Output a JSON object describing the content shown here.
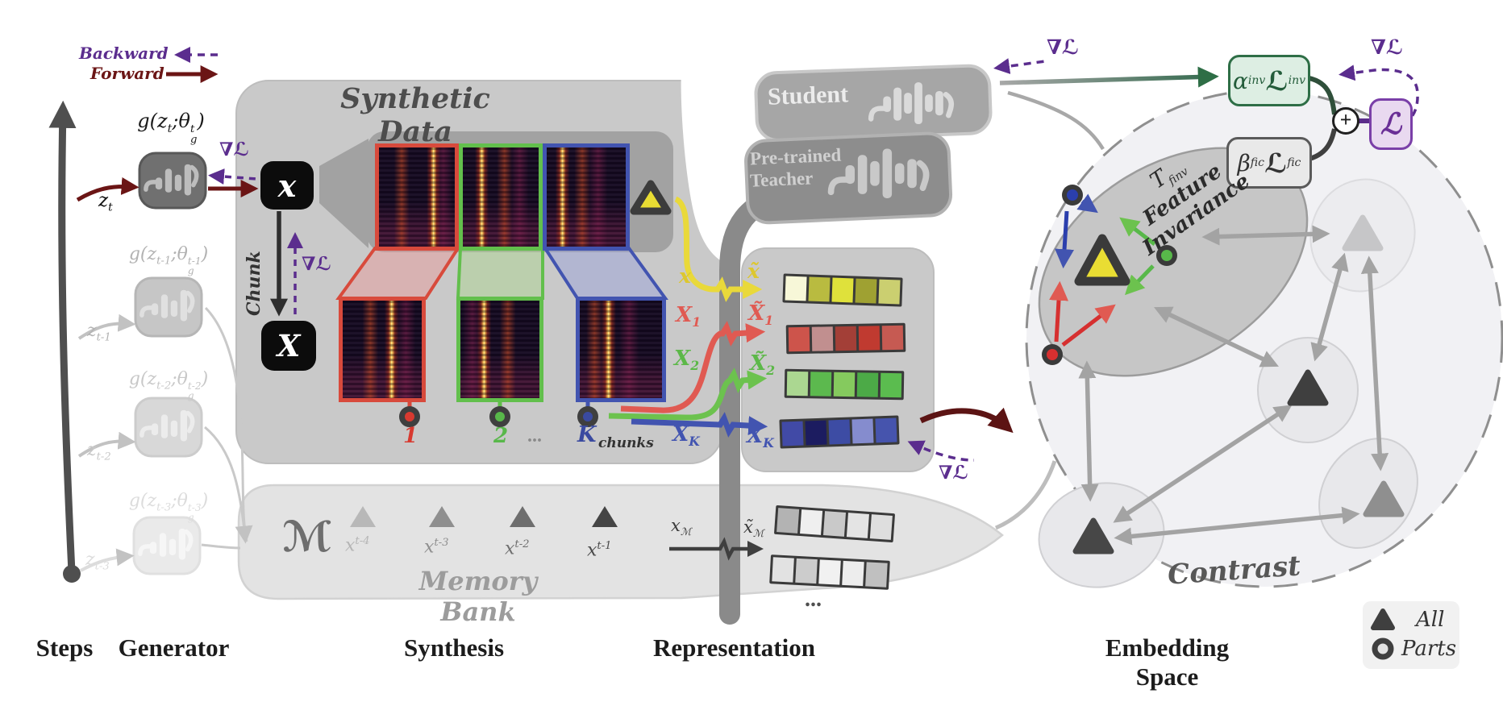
{
  "flow_legend": {
    "backward": "Backward",
    "forward": "Forward"
  },
  "grad": "∇ℒ",
  "columns": {
    "steps": "Steps",
    "generator": "Generator",
    "synthesis": "Synthesis",
    "representation": "Representation",
    "embedding": "Embedding Space"
  },
  "generator": {
    "rows": [
      {
        "pre": "g(z",
        "sub1": "t",
        "mid": ";θ",
        "sup2": "t",
        "sub2": "g",
        "post": ")",
        "z": "z",
        "zsub": "t"
      },
      {
        "pre": "g(z",
        "sub1": "t-1",
        "mid": ";θ",
        "sup2": "t-1",
        "sub2": "g",
        "post": ")",
        "z": "z",
        "zsub": "t-1"
      },
      {
        "pre": "g(z",
        "sub1": "t-2",
        "mid": ";θ",
        "sup2": "t-2",
        "sub2": "g",
        "post": ")",
        "z": "z",
        "zsub": "t-2"
      },
      {
        "pre": "g(z",
        "sub1": "t-3",
        "mid": ";θ",
        "sup2": "t-3",
        "sub2": "g",
        "post": ")",
        "z": "z",
        "zsub": "t-3"
      }
    ]
  },
  "synthesis": {
    "title": "Synthetic Data",
    "x_label": "x",
    "X_label": "X",
    "chunk_label": "Chunk",
    "chunk_1": "1",
    "chunk_2": "2",
    "chunk_dots": "...",
    "chunk_K": "K",
    "chunks_word": "chunks"
  },
  "flows": {
    "x": "x",
    "xt": "x̃",
    "X1": "X",
    "X1s": "1",
    "X1t": "X̃",
    "X1ts": "1",
    "X2": "X",
    "X2s": "2",
    "X2t": "X̃",
    "X2ts": "2",
    "XK": "X",
    "XKs": "K",
    "XKt": "X̃",
    "XKts": "K",
    "xm": "x",
    "xms": "ℳ",
    "xmt": "x̃",
    "xmts": "ℳ"
  },
  "models": {
    "student": "Student",
    "teacher1": "Pre-trained",
    "teacher2": "Teacher"
  },
  "representation": {
    "strips": {
      "yellow": [
        "#f7f7d8",
        "#b9bb40",
        "#dfe13b",
        "#9fa132",
        "#cbcf70"
      ],
      "red": [
        "#cd544b",
        "#c18f8f",
        "#a33f37",
        "#c03a30",
        "#c65a52"
      ],
      "green": [
        "#abd791",
        "#5cb94e",
        "#85ca5e",
        "#4caa47",
        "#5bbc4f"
      ],
      "blue": [
        "#414aa6",
        "#1c1c60",
        "#3d4ca4",
        "#858cce",
        "#4654ad"
      ],
      "gray1": [
        "#b3b3b3",
        "#efefef",
        "#c9c9c9",
        "#e4e4e4",
        "#dedede"
      ],
      "gray2": [
        "#e2e2e2",
        "#cccccc",
        "#f1f1f1",
        "#ededed",
        "#c0c0c0"
      ]
    },
    "more_dots": "..."
  },
  "memory": {
    "m": "ℳ",
    "bank": "Memory Bank",
    "items": [
      {
        "x": "x",
        "sup": "t-4"
      },
      {
        "x": "x",
        "sup": "t-3"
      },
      {
        "x": "x",
        "sup": "t-2"
      },
      {
        "x": "x",
        "sup": "t-1"
      }
    ]
  },
  "losses": {
    "alpha": "α",
    "alpha_sub": "inv",
    "linv": "ℒ",
    "linv_sub": "inv",
    "beta": "β",
    "beta_sub": "fic",
    "lfic": "ℒ",
    "lfic_sub": "fic",
    "plus": "+",
    "total": "ℒ"
  },
  "embedding": {
    "tinv": "T",
    "tinv_sub": "finv",
    "feature": "Feature",
    "invariance": "Invariance",
    "contrast": "Contrast",
    "legend_all": "All",
    "legend_parts": "Parts"
  },
  "colors": {
    "accent_purple": "#5b2d8e",
    "accent_darkred": "#6b1515",
    "chunk_red": "#d84a3c",
    "chunk_green": "#62bf4c",
    "chunk_blue": "#4254b0",
    "triangle_yellow": "#e9dd33",
    "loss_green": "#2e6e46",
    "loss_purple": "#7a3fa8"
  }
}
